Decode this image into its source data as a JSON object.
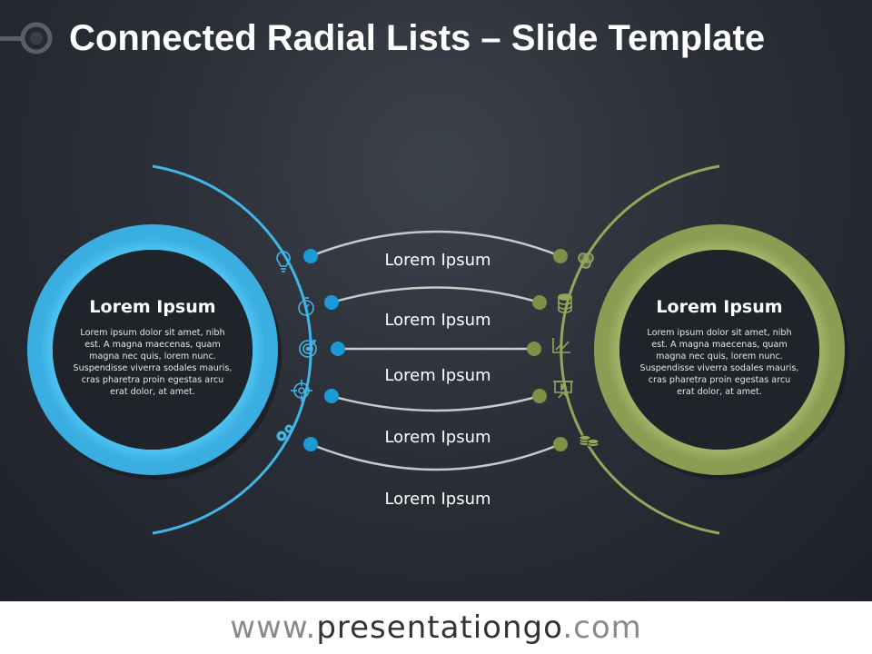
{
  "slide": {
    "title": "Connected Radial Lists – Slide Template"
  },
  "colors": {
    "left_accent": "#41b6e6",
    "left_dot": "#1a9ad6",
    "right_accent": "#93a65a",
    "right_dot": "#7f8f45",
    "connector": "#c9c9c9",
    "background": "#2b2f37"
  },
  "left_panel": {
    "title": "Lorem Ipsum",
    "body": "Lorem ipsum dolor sit amet, nibh est. A magna maecenas, quam magna nec quis, lorem nunc. Suspendisse viverra sodales mauris, cras pharetra proin egestas arcu erat dolor, at amet."
  },
  "right_panel": {
    "title": "Lorem Ipsum",
    "body": "Lorem ipsum dolor sit amet, nibh est. A magna maecenas, quam magna nec quis, lorem nunc. Suspendisse viverra sodales mauris, cras pharetra proin egestas arcu erat dolor, at amet."
  },
  "connections": [
    {
      "label": "Lorem Ipsum",
      "left_icon": "lightbulb-icon",
      "right_icon": "venn-circles-icon"
    },
    {
      "label": "Lorem Ipsum",
      "left_icon": "stopwatch-icon",
      "right_icon": "database-icon"
    },
    {
      "label": "Lorem Ipsum",
      "left_icon": "target-icon",
      "right_icon": "line-chart-icon"
    },
    {
      "label": "Lorem Ipsum",
      "left_icon": "crosshair-icon",
      "right_icon": "presentation-board-icon"
    },
    {
      "label": "Lorem Ipsum",
      "left_icon": "gears-icon",
      "right_icon": "coins-icon"
    }
  ],
  "footer": {
    "prefix": "www.",
    "brand": "presentationgo",
    "suffix": ".com"
  }
}
